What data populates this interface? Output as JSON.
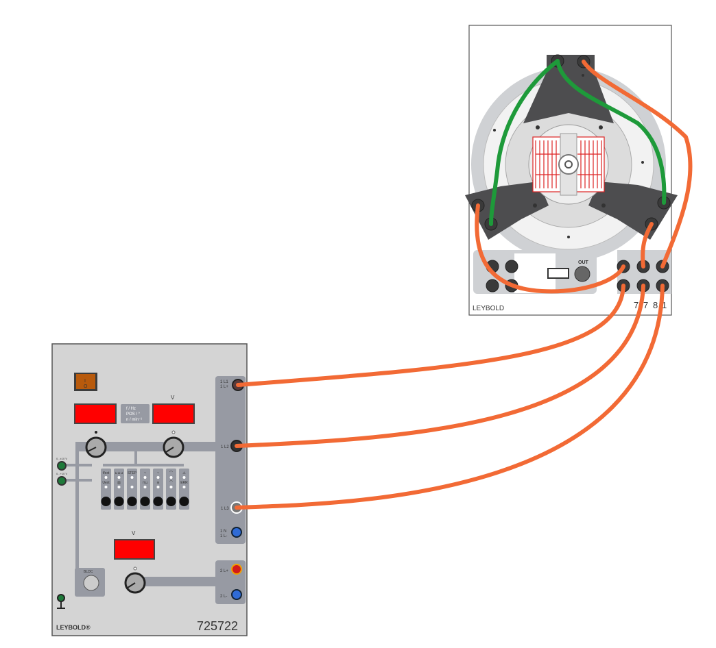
{
  "power_supply": {
    "brand": "LEYBOLD®",
    "model": "725722",
    "switch_labels": {
      "on": "I",
      "off": "O"
    },
    "display_top_right_unit": "V",
    "display_bottom_unit": "V",
    "mode_labels": [
      "f / Hz",
      "POS / °",
      "n / min⁻¹"
    ],
    "input_labels": [
      "0...±10 V",
      "0...+10 V"
    ],
    "mode_buttons": [
      {
        "top": "f/ext",
        "bottom": "Uext"
      },
      {
        "top": "⊔⊔⊔",
        "bottom": "▥"
      },
      {
        "top": "STEP",
        "bottom": ""
      },
      {
        "top": "~",
        "bottom": "⊓⊔"
      },
      {
        "top": "~",
        "bottom": "≋"
      },
      {
        "top": "⌒",
        "bottom": "⌒"
      },
      {
        "top": "⚠",
        "bottom": "ERR"
      }
    ],
    "bldc_label": "BLDC",
    "sockets": {
      "l1": "1 L1\n1 L+",
      "l2": "1 L2",
      "l3": "1 L3",
      "n": "1 N\n1 L-",
      "l2plus": "2 L+",
      "l2minus": "2 L-"
    }
  },
  "motor": {
    "brand": "LEYBOLD",
    "out_label": "OUT",
    "terminal_numbers": [
      "7",
      "7",
      "8",
      "1"
    ]
  },
  "colors": {
    "cable_orange": "#f26a35",
    "cable_green": "#1e9a3a",
    "display_red": "#ff0000",
    "panel": "#d4d4d4",
    "rail": "#979aa3"
  }
}
